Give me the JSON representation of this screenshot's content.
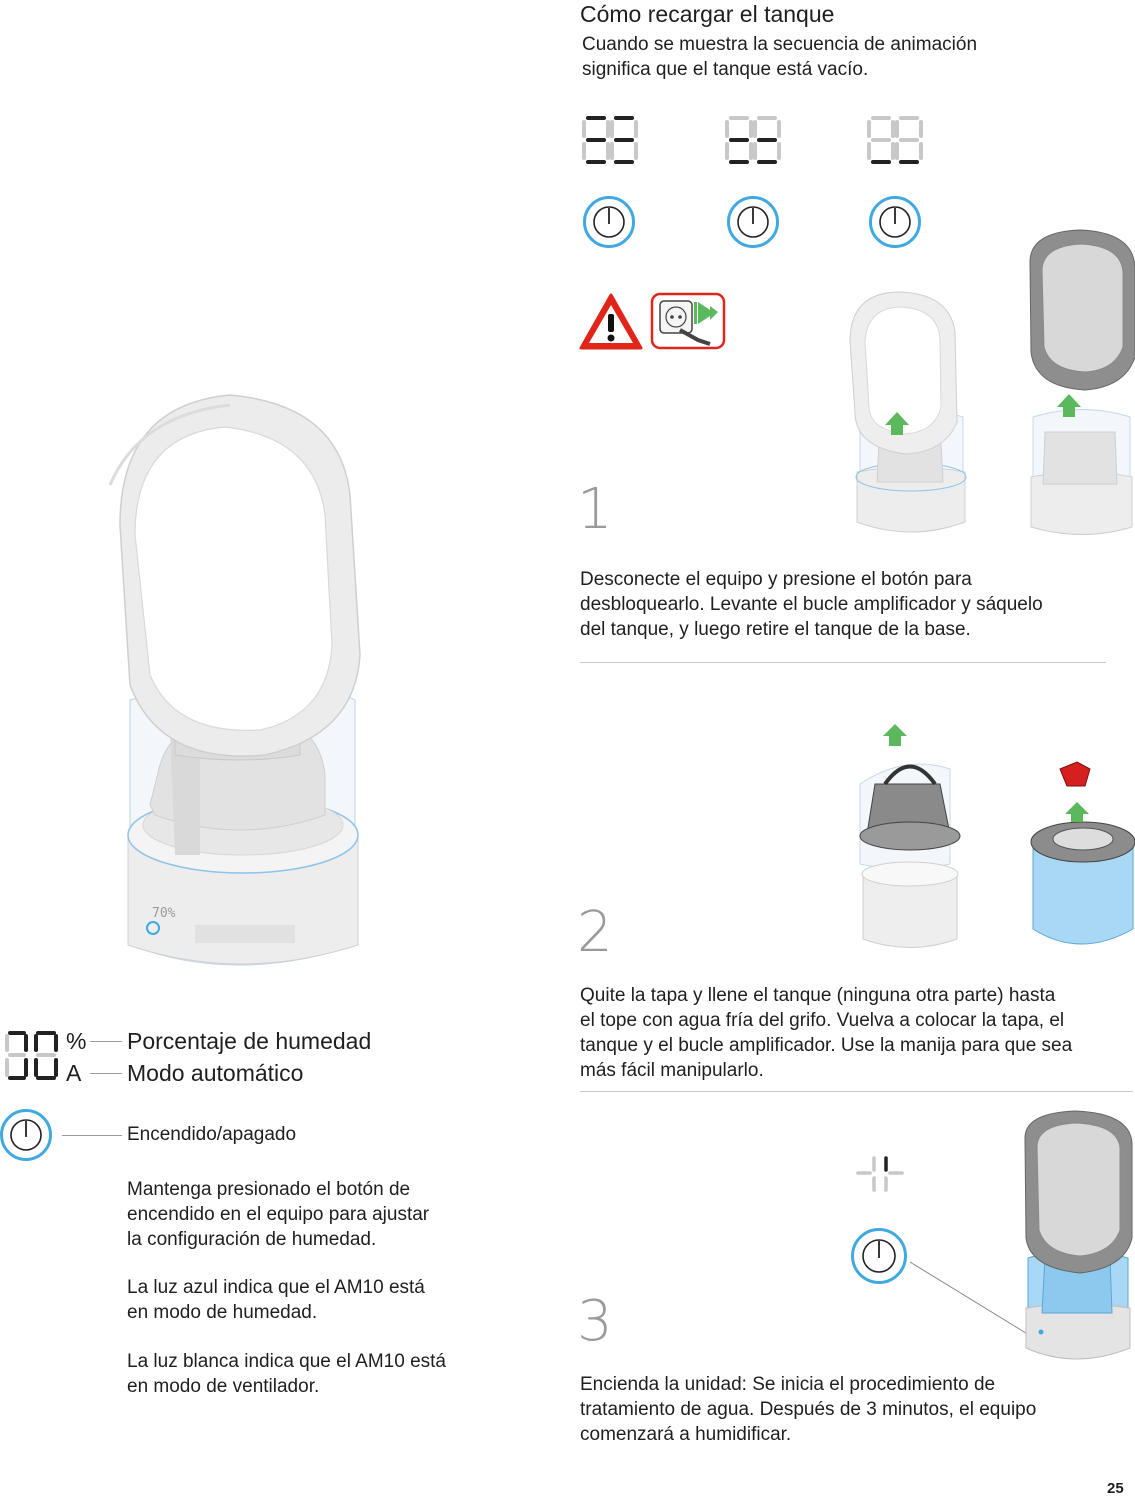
{
  "title": "Cómo recargar el tanque",
  "intro": "Cuando se muestra la secuencia de animación\nsignifica que el tanque está vacío.",
  "display": {
    "percent_symbol": "%",
    "auto_symbol": "A",
    "humidity_label": "Porcentaje de humedad",
    "auto_label": "Modo automático",
    "power_label": "Encendido/apagado"
  },
  "left_paragraphs": [
    "Mantenga presionado el botón de\nencendido en el equipo para ajustar\nla configuración de humedad.",
    "La luz azul indica que el AM10 está\nen modo de humedad.",
    "La luz blanca indica que el AM10 está\nen modo de ventilador."
  ],
  "steps": [
    {
      "number": "1",
      "text": "Desconecte el equipo y presione el botón para\ndesbloquearlo. Levante el bucle amplificador y sáquelo\ndel tanque, y luego retire el tanque de la base."
    },
    {
      "number": "2",
      "text": "Quite la tapa y llene el tanque (ninguna otra parte) hasta\nel tope con agua fría del grifo. Vuelva a colocar la tapa, el\ntanque y el bucle amplificador. Use la manija para que sea\nmás fácil manipularlo."
    },
    {
      "number": "3",
      "text": "Encienda la unidad: Se inicia el procedimiento de\ntratamiento de agua. Después de 3 minutos, el equipo\ncomenzará a humidificar."
    }
  ],
  "page_number": "25",
  "colors": {
    "accent_blue": "#3fa9e0",
    "arrow_green": "#5cb85c",
    "warning_red": "#e1251b",
    "water_blue": "#a9d8f5"
  },
  "icons": [
    "warning-icon",
    "unplug-icon",
    "power-icon",
    "arrow-up-icon"
  ]
}
